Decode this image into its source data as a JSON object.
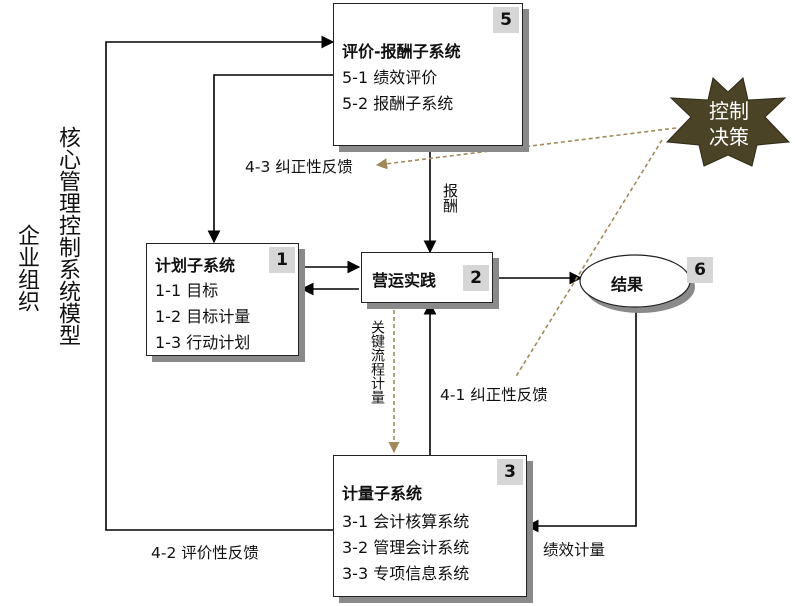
{
  "side_titles": {
    "left": "企业组织",
    "right": "核心管理控制系统模型"
  },
  "boxes": {
    "evaluation": {
      "number": "5",
      "title": "评价-报酬子系统",
      "items": [
        "5-1 绩效评价",
        "5-2 报酬子系统"
      ]
    },
    "planning": {
      "number": "1",
      "title": "计划子系统",
      "items": [
        "1-1 目标",
        "1-2 目标计量",
        "1-3 行动计划"
      ]
    },
    "operations": {
      "number": "2",
      "title": "营运实践"
    },
    "result": {
      "number": "6",
      "title": "结果"
    },
    "measurement": {
      "number": "3",
      "title": "计量子系统",
      "items": [
        "3-1 会计核算系统",
        "3-2 管理会计系统",
        "3-3 专项信息系统"
      ]
    }
  },
  "control_decision": {
    "line1": "控制",
    "line2": "决策"
  },
  "labels": {
    "corrective_feedback_43": "4-3 纠正性反馈",
    "reward": "报酬",
    "key_process_metrics": "关键流程计量",
    "corrective_feedback_41": "4-1 纠正性反馈",
    "evaluative_feedback_42": "4-2 评价性反馈",
    "performance_measurement": "绩效计量"
  },
  "colors": {
    "line": "#000000",
    "dashed_feedback": "#a08a5a",
    "shadow": "#8a8a8a",
    "number_badge": "#d6d6d6",
    "control_star": "#4a4326"
  }
}
